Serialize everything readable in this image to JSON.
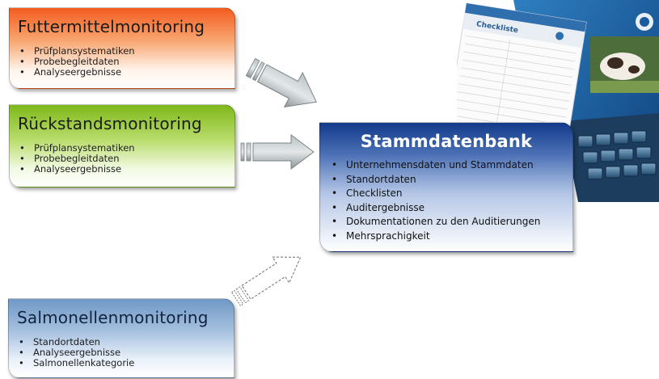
{
  "futtermittel": {
    "title": "Futtermittelmonitoring",
    "items": [
      "Prüfplansystematiken",
      "Probebegleitdaten",
      "Analyseergebnisse"
    ],
    "color": "#f45c1e"
  },
  "rueckstand": {
    "title": "Rückstandsmonitoring",
    "items": [
      "Prüfplansystematiken",
      "Probebegleitdaten",
      "Analyseergebnisse"
    ],
    "color": "#7eb81a"
  },
  "salmonellen": {
    "title": "Salmonellenmonitoring",
    "items": [
      "Standortdaten",
      "Analyseergebnisse",
      "Salmonellenkategorie"
    ],
    "color": "#6f98c6"
  },
  "stammdatenbank": {
    "title": "Stammdatenbank",
    "items": [
      "Unternehmensdaten und Stammdaten",
      "Standortdaten",
      "Checklisten",
      "Auditergebnisse",
      "Dokumentationen zu den Auditierungen",
      "Mehrsprachigkeit"
    ],
    "color": "#123a8a"
  },
  "photo": {
    "sheet_title": "Checkliste"
  }
}
